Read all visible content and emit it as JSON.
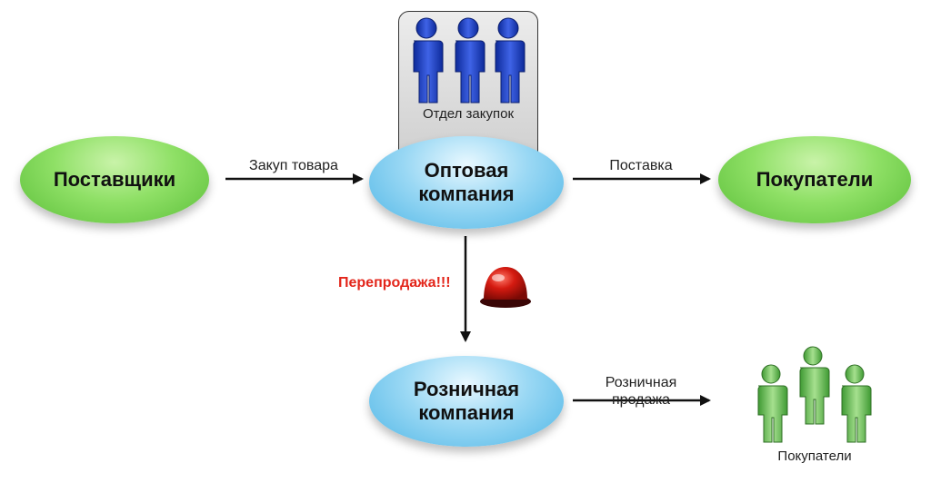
{
  "nodes": {
    "suppliers": "Поставщики",
    "wholesale": "Оптовая\nкомпания",
    "buyers_top": "Покупатели",
    "retail": "Розничная\nкомпания"
  },
  "department": {
    "label": "Отдел закупок"
  },
  "edges": {
    "purchase": "Закуп товара",
    "delivery": "Поставка",
    "retail_sale": "Розничная\nпродажа"
  },
  "warning": "Перепродажа!!!",
  "buyers_bottom_label": "Покупатели",
  "colors": {
    "green_node": "#8fe066",
    "blue_node": "#9ad8f4",
    "people_blue": "#1f3fc2",
    "people_green": "#6fc45a",
    "warning_red": "#e3261b"
  },
  "icons": [
    "people-blue-icon",
    "alarm-beacon-icon",
    "people-green-icon"
  ]
}
